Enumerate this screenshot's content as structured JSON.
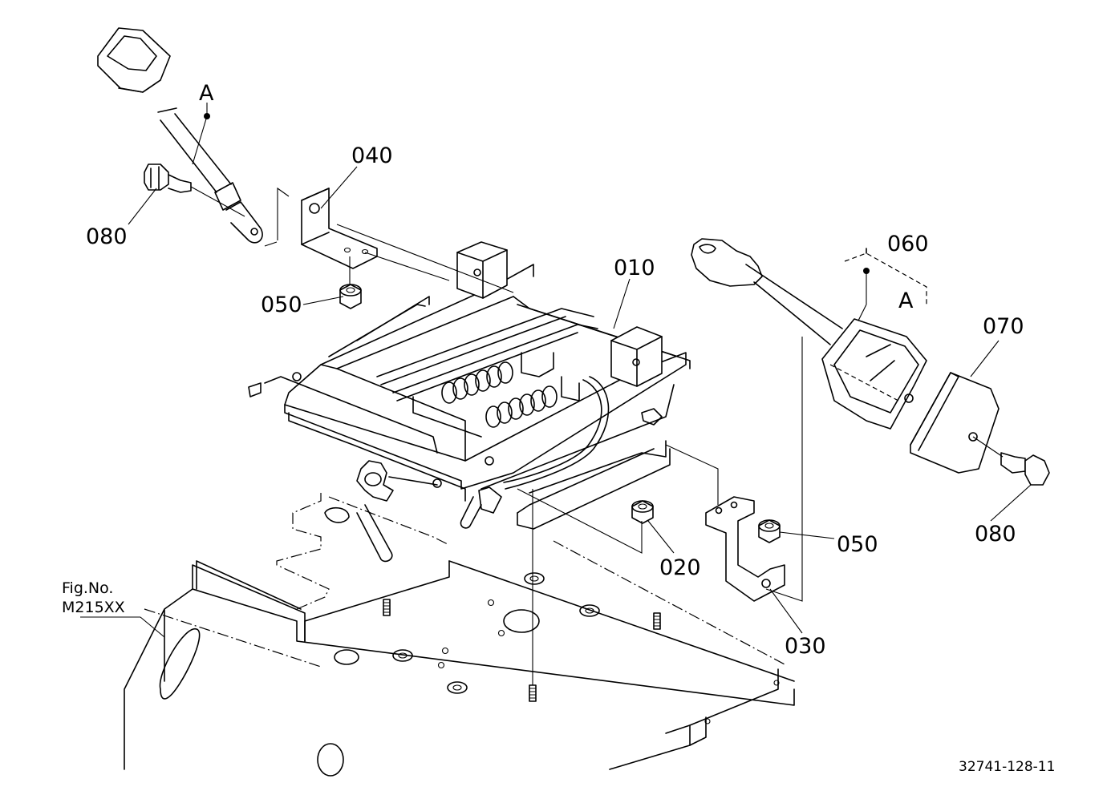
{
  "figure": {
    "fig_no_label": "Fig.No.",
    "fig_no_value": "M215XX",
    "drawing_code": "32741-128-11"
  },
  "parts": [
    {
      "id": "p010",
      "label": "010"
    },
    {
      "id": "p020",
      "label": "020"
    },
    {
      "id": "p030",
      "label": "030"
    },
    {
      "id": "p040",
      "label": "040"
    },
    {
      "id": "p050a",
      "label": "050"
    },
    {
      "id": "p050b",
      "label": "050"
    },
    {
      "id": "p060",
      "label": "060"
    },
    {
      "id": "p070",
      "label": "070"
    },
    {
      "id": "p080a",
      "label": "080"
    },
    {
      "id": "p080b",
      "label": "080"
    }
  ],
  "references": [
    {
      "id": "refA1",
      "label": "A"
    },
    {
      "id": "refA2",
      "label": "A"
    }
  ]
}
